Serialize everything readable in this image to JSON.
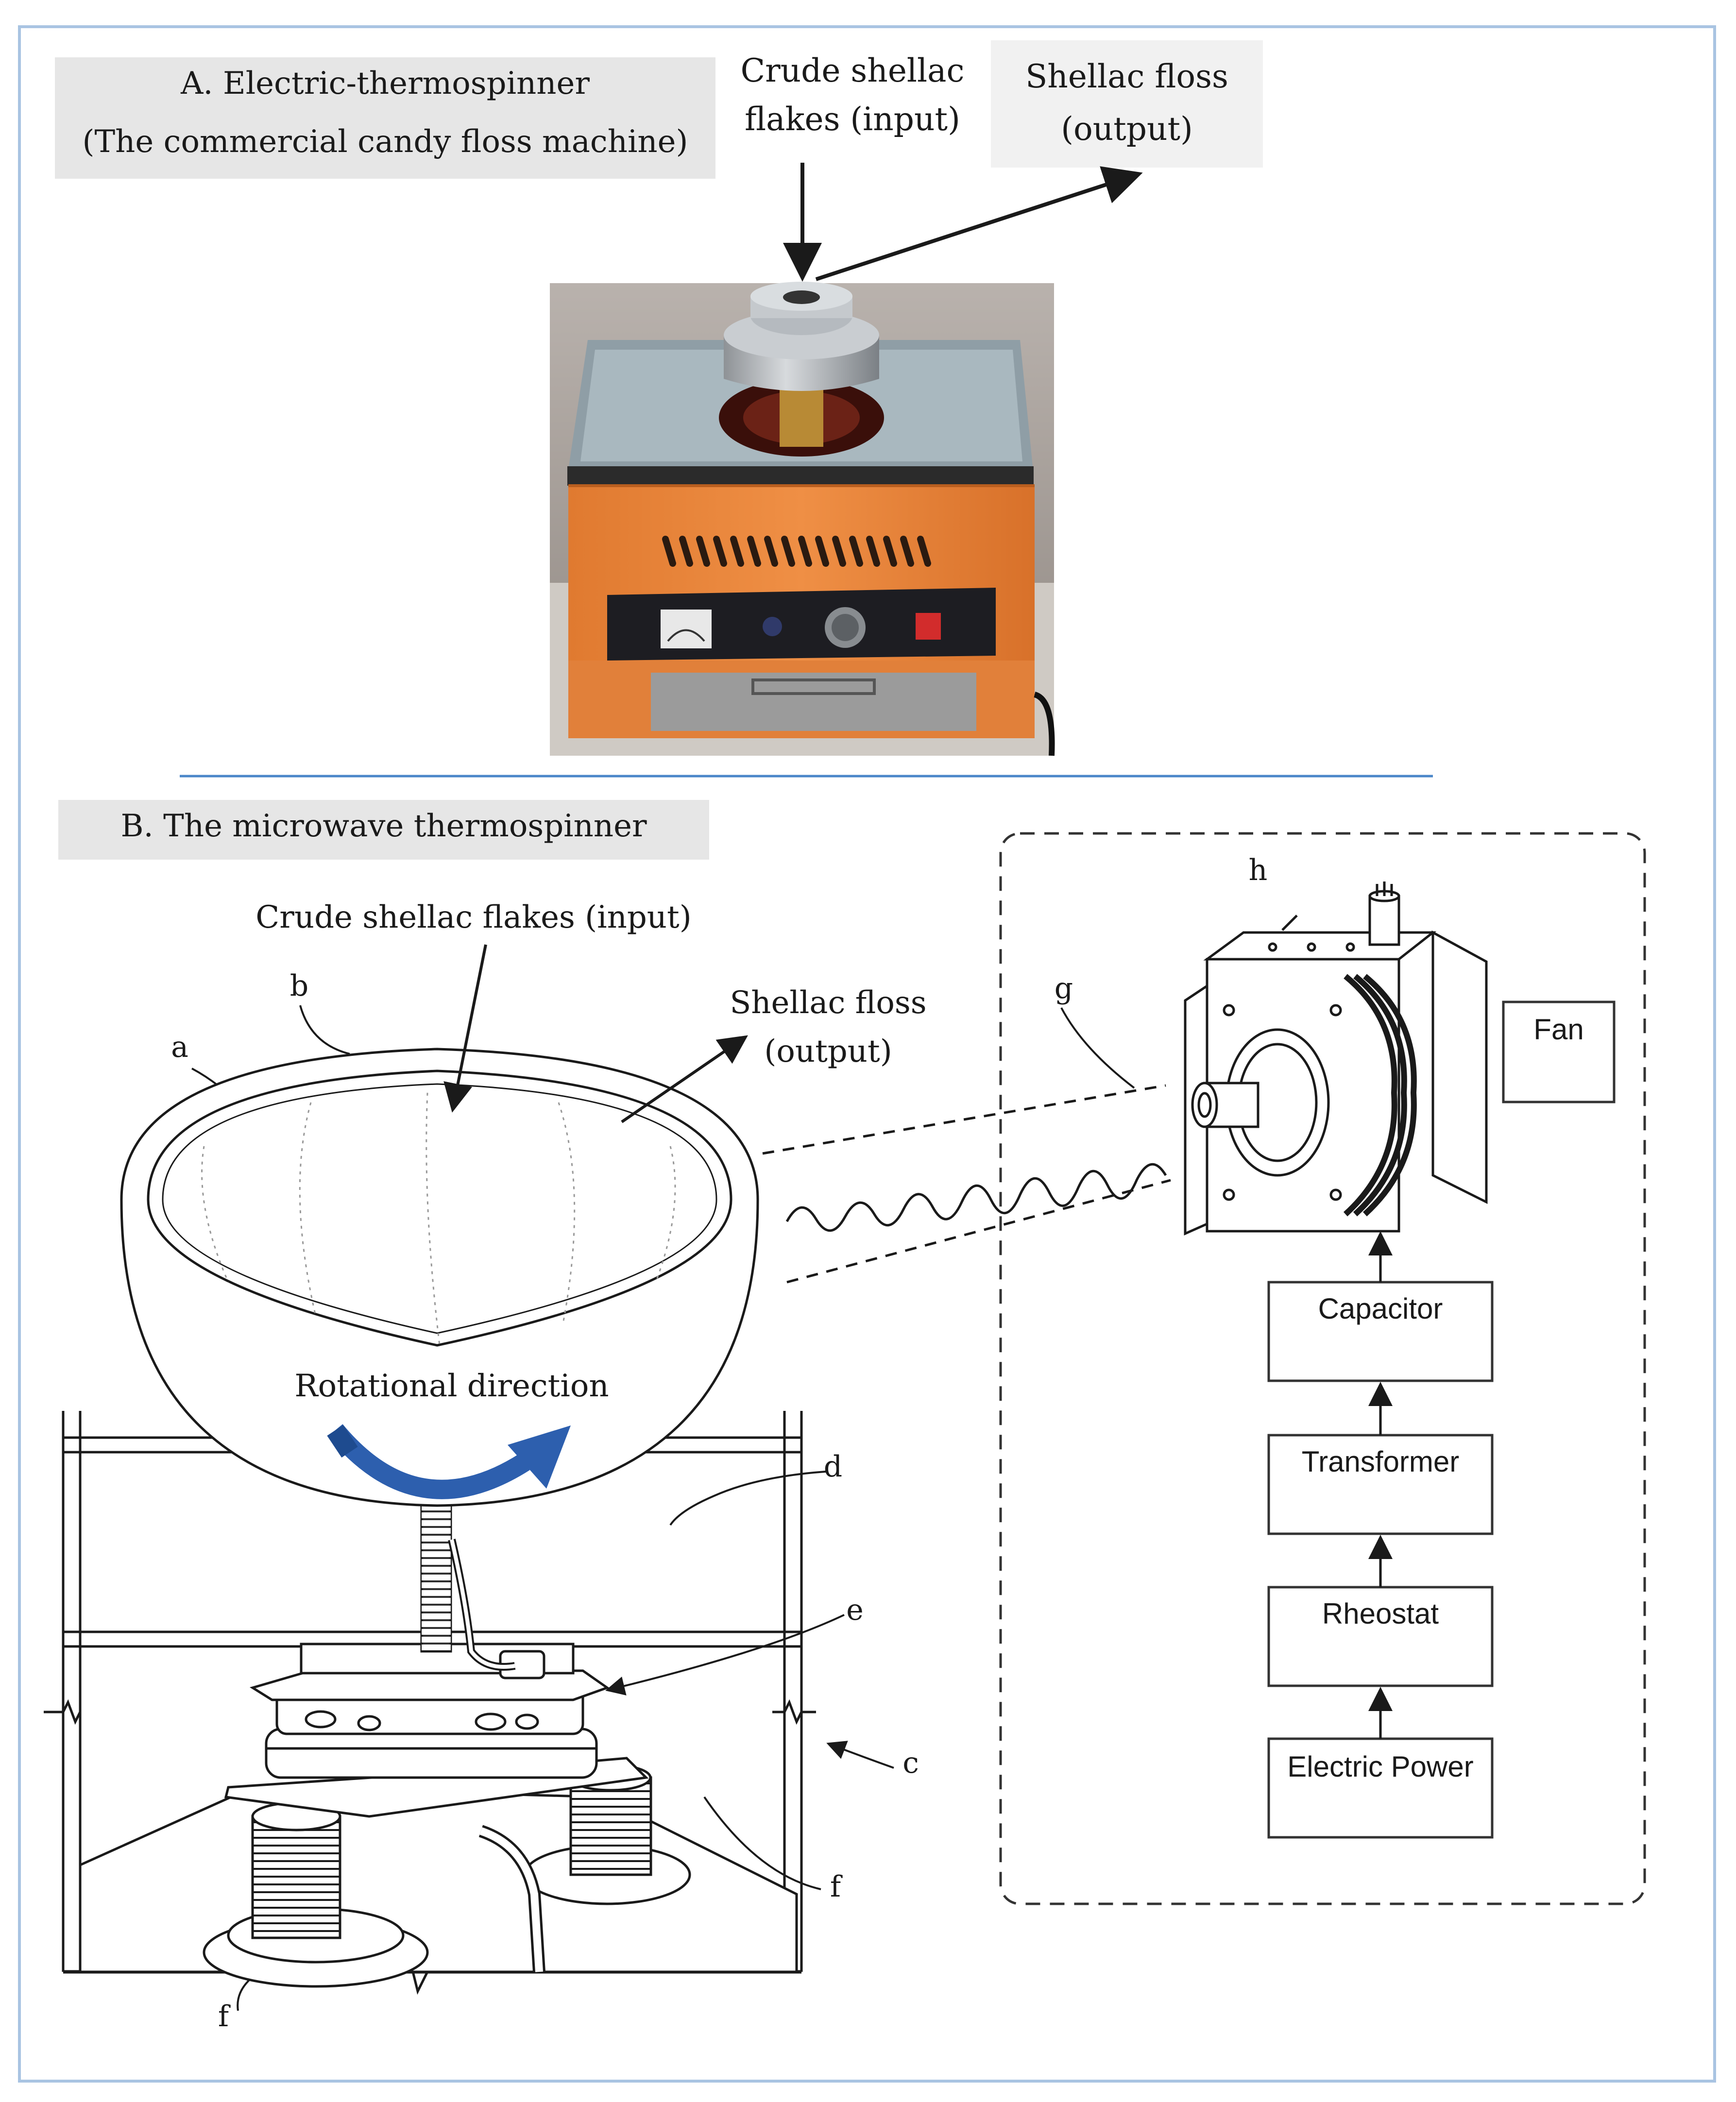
{
  "panel_a": {
    "title_line1": "A. Electric-thermospinner",
    "title_line2": "(The commercial candy floss machine)",
    "input_line1": "Crude shellac",
    "input_line2": "flakes (input)",
    "output_line1": "Shellac floss",
    "output_line2": "(output)"
  },
  "panel_b": {
    "title": "B. The microwave thermospinner",
    "input_label": "Crude shellac flakes (input)",
    "output_line1": "Shellac floss",
    "output_line2": "(output)",
    "rotation_label": "Rotational direction",
    "parts": {
      "a": "a",
      "b": "b",
      "c": "c",
      "d": "d",
      "e": "e",
      "f_right": "f",
      "f_left": "f",
      "g": "g",
      "h": "h"
    },
    "blocks": {
      "fan": "Fan",
      "capacitor": "Capacitor",
      "transformer": "Transformer",
      "rheostat": "Rheostat",
      "power": "Electric Power"
    }
  },
  "colors": {
    "frame": "#a9c4e2",
    "divider": "#4a86c8",
    "label_box": "#e6e6e6",
    "rotation_arrow": "#2d5fae",
    "machine_body": "#e9853a"
  }
}
